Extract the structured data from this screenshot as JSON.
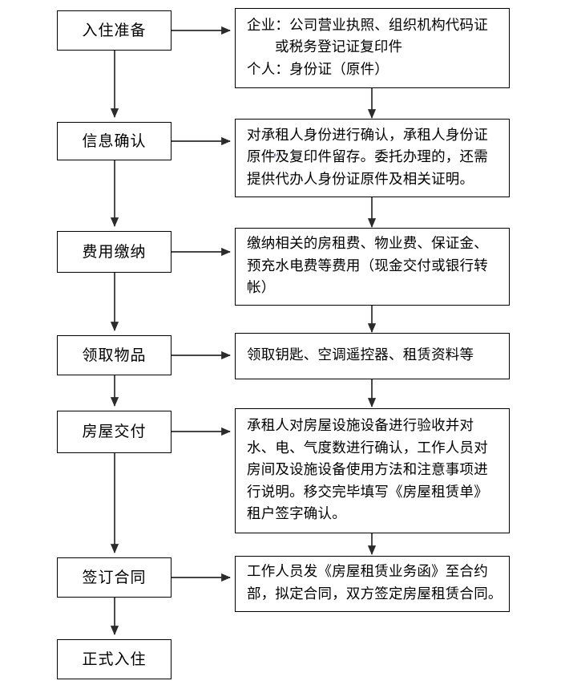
{
  "document": {
    "title": "入住流程图",
    "background_color": "#ffffff",
    "line_color": "#2b2b2b",
    "text_color": "#000000",
    "border_color": "#000000"
  },
  "flow": {
    "stages": [
      {
        "id": "prepare",
        "label": "入住准备"
      },
      {
        "id": "confirm",
        "label": "信息确认"
      },
      {
        "id": "payment",
        "label": "费用缴纳"
      },
      {
        "id": "pickup",
        "label": "领取物品"
      },
      {
        "id": "handover",
        "label": "房屋交付"
      },
      {
        "id": "contract",
        "label": "签订合同"
      },
      {
        "id": "movein",
        "label": "正式入住"
      }
    ],
    "details": [
      {
        "id": "prepare-detail",
        "lines": [
          "企业：公司营业执照、组织机构代码证",
          "或税务登记证复印件",
          "个人：身份证（原件）"
        ],
        "indented_lines": [
          1
        ]
      },
      {
        "id": "confirm-detail",
        "lines": [
          "对承租人身份进行确认，承租人身份证",
          "原件及复印件留存。委托办理的，还需",
          "提供代办人身份证原件及相关证明。"
        ],
        "indented_lines": []
      },
      {
        "id": "payment-detail",
        "lines": [
          "缴纳相关的房租费、物业费、保证金、",
          "预充水电费等费用（现金交付或银行转",
          "帐）"
        ],
        "indented_lines": []
      },
      {
        "id": "pickup-detail",
        "lines": [
          "领取钥匙、空调遥控器、租赁资料等"
        ],
        "indented_lines": []
      },
      {
        "id": "handover-detail",
        "lines": [
          "承租人对房屋设施设备进行验收并对",
          "水、电、气度数进行确认，工作人员对",
          "房间及设施设备使用方法和注意事项进",
          "行说明。移交完毕填写《房屋租赁单》",
          "租户签字确认。"
        ],
        "indented_lines": []
      },
      {
        "id": "contract-detail",
        "lines": [
          "工作人员发《房屋租赁业务函》至合约",
          "部，拟定合同，双方签定房屋租赁合同。"
        ],
        "indented_lines": []
      }
    ]
  }
}
